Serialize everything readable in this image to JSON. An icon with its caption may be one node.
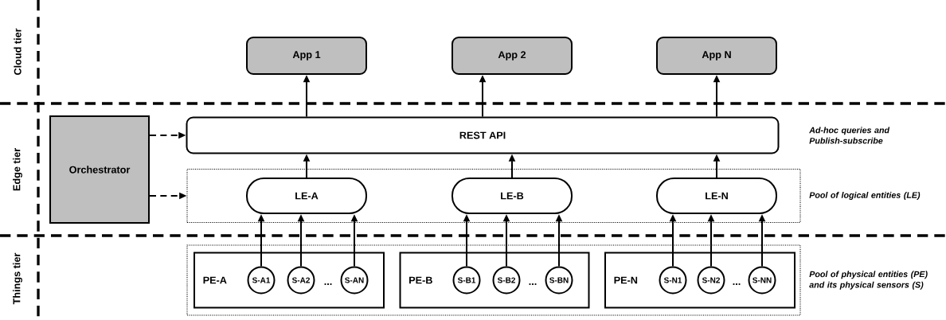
{
  "diagram": {
    "nodes": [
      {
        "text": [
          "App 1"
        ]
      },
      {
        "text": [
          "App 2"
        ]
      },
      {
        "text": [
          "App N"
        ]
      },
      {
        "text": [
          "Orchestrator"
        ]
      },
      {
        "text": [
          "REST API"
        ],
        "beside": [
          "Ad-hoc queries and Publish-subscribe"
        ]
      },
      {
        "text": [],
        "shape": "box",
        "beside": [
          "Pool of logical entities (LE)"
        ]
      },
      {
        "text": [
          "LE-A"
        ],
        "in": 5
      },
      {
        "text": [
          "LE-B"
        ],
        "in": 5
      },
      {
        "text": [
          "LE-N"
        ],
        "in": 5
      },
      {
        "text": [],
        "shape": "box",
        "beside": [
          "Pool of physical entities (PE) and its physical sensors (S)"
        ]
      },
      {
        "text": [
          "PE-A"
        ],
        "in": 9
      },
      {
        "text": [
          "S-A1"
        ],
        "in": 10
      },
      {
        "text": [
          "S-A2"
        ],
        "in": 10
      },
      {
        "text": [
          "S-AN"
        ],
        "in": 10
      },
      {
        "text": [
          "PE-B"
        ],
        "in": 9
      },
      {
        "text": [
          "S-B1"
        ],
        "in": 14
      },
      {
        "text": [
          "S-B2"
        ],
        "in": 14
      },
      {
        "text": [
          "S-BN"
        ],
        "in": 14
      },
      {
        "text": [
          "PE-N"
        ],
        "in": 9
      },
      {
        "text": [
          "S-N1"
        ],
        "in": 18
      },
      {
        "text": [
          "S-N2"
        ],
        "in": 18
      },
      {
        "text": [
          "S-NN"
        ],
        "in": 18
      }
    ],
    "edges": [
      {
        "from": 4,
        "to": 0,
        "arrow": "to"
      },
      {
        "from": 4,
        "to": 1,
        "arrow": "to"
      },
      {
        "from": 4,
        "to": 2,
        "arrow": "to"
      },
      {
        "from": 3,
        "to": 4,
        "arrow": "to",
        "style": "dashed"
      },
      {
        "from": 3,
        "to": 5,
        "arrow": "to",
        "style": "dashed"
      },
      {
        "from": 6,
        "to": 4,
        "arrow": "to"
      },
      {
        "from": 7,
        "to": 4,
        "arrow": "to"
      },
      {
        "from": 8,
        "to": 4,
        "arrow": "to"
      },
      {
        "from": 11,
        "to": 6,
        "arrow": "to"
      },
      {
        "from": 12,
        "to": 6,
        "arrow": "to"
      },
      {
        "from": 13,
        "to": 6,
        "arrow": "to"
      },
      {
        "from": 15,
        "to": 7,
        "arrow": "to"
      },
      {
        "from": 16,
        "to": 7,
        "arrow": "to"
      },
      {
        "from": 17,
        "to": 7,
        "arrow": "to"
      },
      {
        "from": 19,
        "to": 8,
        "arrow": "to"
      },
      {
        "from": 20,
        "to": 8,
        "arrow": "to"
      },
      {
        "from": 21,
        "to": 8,
        "arrow": "to"
      }
    ],
    "labels": [
      "Cloud tier",
      "Edge tier",
      "Things tier",
      "...",
      "...",
      "..."
    ]
  }
}
